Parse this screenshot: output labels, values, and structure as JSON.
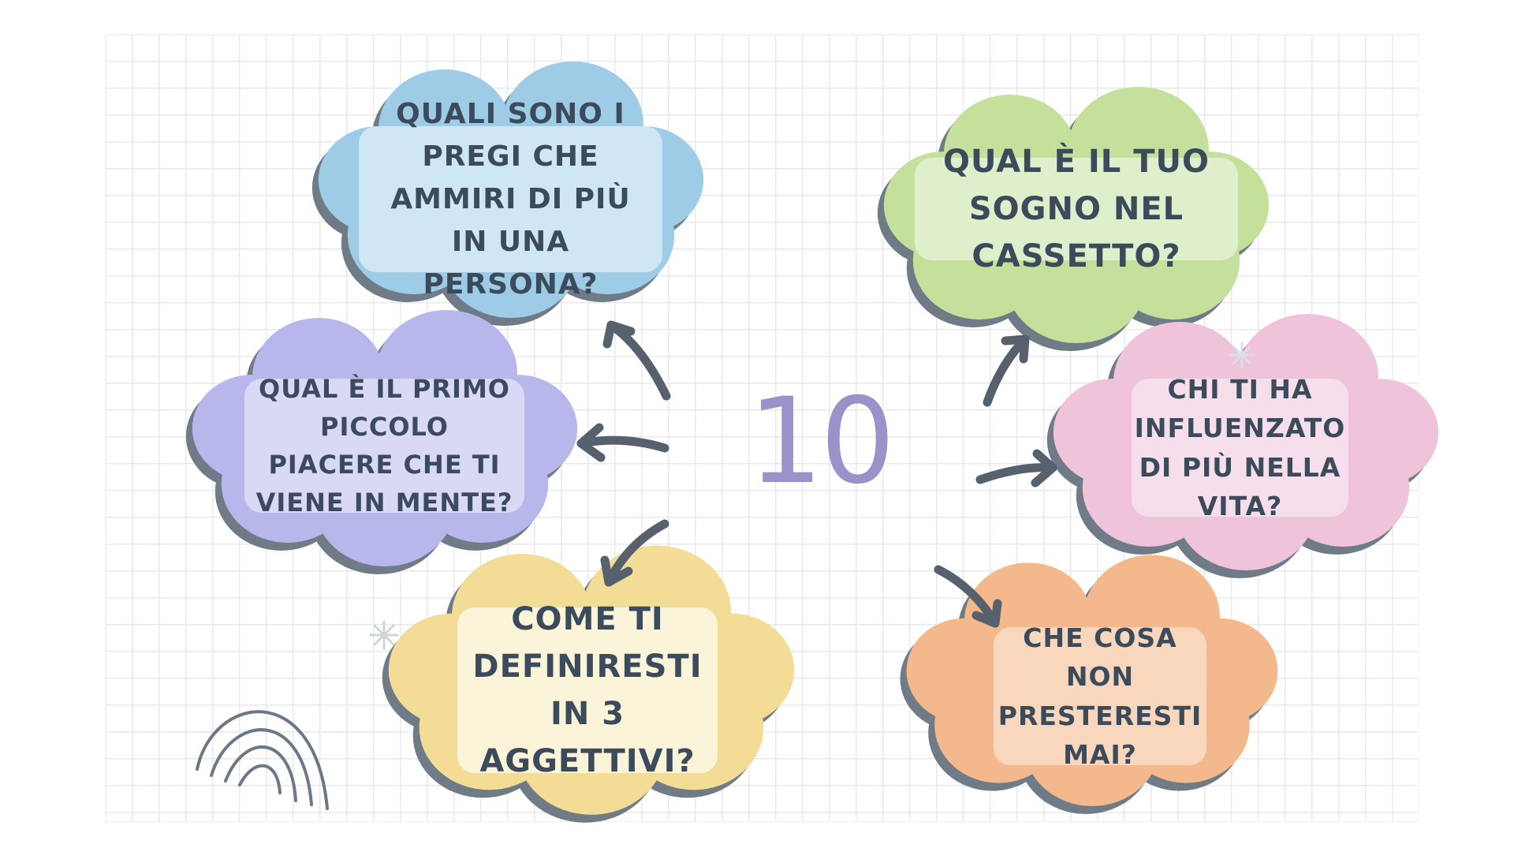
{
  "center_label": "10",
  "questions": {
    "blue": "QUALI SONO I PREGI CHE AMMIRI DI PIÙ IN UNA PERSONA?",
    "purple": "QUAL È IL PRIMO PICCOLO PIACERE CHE TI VIENE IN MENTE?",
    "yellow": "COME TI DEFINIRESTI IN 3 AGGETTIVI?",
    "green": "QUAL È IL TUO SOGNO NEL CASSETTO?",
    "pink": "CHI TI HA INFLUENZATO DI PIÙ NELLA VITA?",
    "orange": "CHE COSA NON PRESTERESTI MAI?"
  },
  "colors": {
    "blue": "#9ecbe6",
    "purple": "#b7b7eb",
    "yellow": "#f3dc96",
    "green": "#c5e09a",
    "pink": "#efc3d9",
    "orange": "#f3b88c",
    "shadow": "#6f7b86",
    "arrow": "#56616d",
    "text": "#3b4b5c",
    "number": "#9c92c9"
  }
}
